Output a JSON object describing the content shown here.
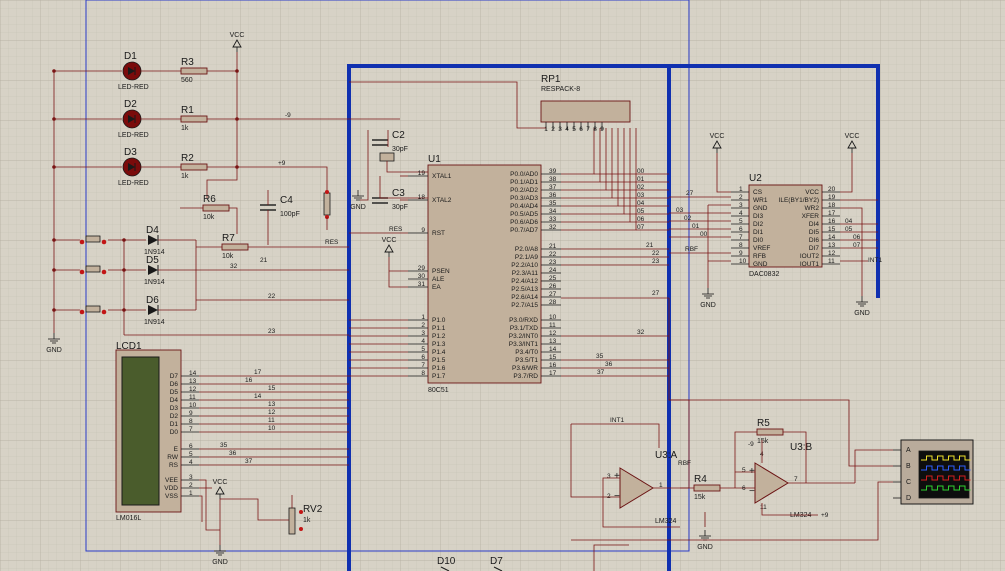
{
  "power": {
    "vcc": "VCC",
    "gnd": "GND",
    "plus9": "+9",
    "minus9": "-9"
  },
  "leds": [
    {
      "ref": "D1",
      "value": "LED-RED"
    },
    {
      "ref": "D2",
      "value": "LED-RED"
    },
    {
      "ref": "D3",
      "value": "LED-RED"
    }
  ],
  "resistors": [
    {
      "ref": "R3",
      "value": "560"
    },
    {
      "ref": "R1",
      "value": "1k"
    },
    {
      "ref": "R2",
      "value": "1k"
    },
    {
      "ref": "R6",
      "value": "10k"
    },
    {
      "ref": "R7",
      "value": "10k"
    },
    {
      "ref": "R4",
      "value": "15k"
    },
    {
      "ref": "R5",
      "value": "15k"
    }
  ],
  "capacitors": [
    {
      "ref": "C4",
      "value": "100pF"
    },
    {
      "ref": "C2",
      "value": "30pF"
    },
    {
      "ref": "C3",
      "value": "30pF"
    }
  ],
  "diodes": [
    {
      "ref": "D4",
      "value": "1N914"
    },
    {
      "ref": "D5",
      "value": "1N914"
    },
    {
      "ref": "D6",
      "value": "1N914"
    },
    {
      "ref": "D10",
      "value": ""
    },
    {
      "ref": "D7",
      "value": ""
    }
  ],
  "respack": {
    "ref": "RP1",
    "value": "RESPACK-8",
    "pins": [
      "1",
      "2",
      "3",
      "4",
      "5",
      "6",
      "7",
      "8",
      "9"
    ]
  },
  "mcu": {
    "ref": "U1",
    "value": "80C51",
    "left_pins": [
      {
        "num": "19",
        "name": "XTAL1"
      },
      {
        "num": "18",
        "name": "XTAL2"
      },
      {
        "num": "9",
        "name": "RST"
      },
      {
        "num": "29",
        "name": "PSEN"
      },
      {
        "num": "30",
        "name": "ALE"
      },
      {
        "num": "31",
        "name": "EA"
      },
      {
        "num": "1",
        "name": "P1.0"
      },
      {
        "num": "2",
        "name": "P1.1"
      },
      {
        "num": "3",
        "name": "P1.2"
      },
      {
        "num": "4",
        "name": "P1.3"
      },
      {
        "num": "5",
        "name": "P1.4"
      },
      {
        "num": "6",
        "name": "P1.5"
      },
      {
        "num": "7",
        "name": "P1.6"
      },
      {
        "num": "8",
        "name": "P1.7"
      }
    ],
    "right_pins": [
      {
        "num": "39",
        "name": "P0.0/AD0"
      },
      {
        "num": "38",
        "name": "P0.1/AD1"
      },
      {
        "num": "37",
        "name": "P0.2/AD2"
      },
      {
        "num": "36",
        "name": "P0.3/AD3"
      },
      {
        "num": "35",
        "name": "P0.4/AD4"
      },
      {
        "num": "34",
        "name": "P0.5/AD5"
      },
      {
        "num": "33",
        "name": "P0.6/AD6"
      },
      {
        "num": "32",
        "name": "P0.7/AD7"
      },
      {
        "num": "21",
        "name": "P2.0/A8"
      },
      {
        "num": "22",
        "name": "P2.1/A9"
      },
      {
        "num": "23",
        "name": "P2.2/A10"
      },
      {
        "num": "24",
        "name": "P2.3/A11"
      },
      {
        "num": "25",
        "name": "P2.4/A12"
      },
      {
        "num": "26",
        "name": "P2.5/A13"
      },
      {
        "num": "27",
        "name": "P2.6/A14"
      },
      {
        "num": "28",
        "name": "P2.7/A15"
      },
      {
        "num": "10",
        "name": "P3.0/RXD"
      },
      {
        "num": "11",
        "name": "P3.1/TXD"
      },
      {
        "num": "12",
        "name": "P3.2/INT0"
      },
      {
        "num": "13",
        "name": "P3.3/INT1"
      },
      {
        "num": "14",
        "name": "P3.4/T0"
      },
      {
        "num": "15",
        "name": "P3.5/T1"
      },
      {
        "num": "16",
        "name": "P3.6/WR"
      },
      {
        "num": "17",
        "name": "P3.7/RD"
      }
    ]
  },
  "dac": {
    "ref": "U2",
    "value": "DAC0832",
    "left_pins": [
      {
        "num": "1",
        "name": "CS"
      },
      {
        "num": "2",
        "name": "WR1"
      },
      {
        "num": "3",
        "name": "GND"
      },
      {
        "num": "4",
        "name": "DI3"
      },
      {
        "num": "5",
        "name": "DI2"
      },
      {
        "num": "6",
        "name": "DI1"
      },
      {
        "num": "7",
        "name": "DI0"
      },
      {
        "num": "8",
        "name": "VREF"
      },
      {
        "num": "9",
        "name": "RFB"
      },
      {
        "num": "10",
        "name": "GND"
      }
    ],
    "right_pins": [
      {
        "num": "20",
        "name": "VCC"
      },
      {
        "num": "19",
        "name": "ILE(BY1/BY2)"
      },
      {
        "num": "18",
        "name": "WR2"
      },
      {
        "num": "17",
        "name": "XFER"
      },
      {
        "num": "16",
        "name": "DI4"
      },
      {
        "num": "15",
        "name": "DI5"
      },
      {
        "num": "14",
        "name": "DI6"
      },
      {
        "num": "13",
        "name": "DI7"
      },
      {
        "num": "12",
        "name": "IOUT2"
      },
      {
        "num": "11",
        "name": "IOUT1"
      }
    ]
  },
  "lcd": {
    "ref": "LCD1",
    "value": "LM016L",
    "pins": [
      {
        "num": "14",
        "name": "D7"
      },
      {
        "num": "13",
        "name": "D6"
      },
      {
        "num": "12",
        "name": "D5"
      },
      {
        "num": "11",
        "name": "D4"
      },
      {
        "num": "10",
        "name": "D3"
      },
      {
        "num": "9",
        "name": "D2"
      },
      {
        "num": "8",
        "name": "D1"
      },
      {
        "num": "7",
        "name": "D0"
      },
      {
        "num": "6",
        "name": "E"
      },
      {
        "num": "5",
        "name": "RW"
      },
      {
        "num": "4",
        "name": "RS"
      },
      {
        "num": "3",
        "name": "VEE"
      },
      {
        "num": "2",
        "name": "VDD"
      },
      {
        "num": "1",
        "name": "VSS"
      }
    ]
  },
  "pot": {
    "ref": "RV2",
    "value": "1k"
  },
  "opamps": [
    {
      "ref": "U3:A",
      "value": "LM324",
      "in_plus": "3",
      "in_minus": "2",
      "out": "1"
    },
    {
      "ref": "U3:B",
      "value": "LM324",
      "in_plus": "5",
      "in_minus": "6",
      "out": "7",
      "vplus": "4",
      "vminus": "11"
    }
  ],
  "scope": {
    "channels": [
      "A",
      "B",
      "C",
      "D"
    ]
  },
  "nets": {
    "res": "RES",
    "int1": "INT1",
    "rbf": "RBF",
    "p0": [
      "00",
      "01",
      "02",
      "03",
      "04",
      "05",
      "06",
      "07"
    ],
    "labels": [
      "9",
      "21",
      "22",
      "23",
      "27",
      "32",
      "35",
      "36",
      "37",
      "14",
      "13",
      "12",
      "11",
      "10",
      "17",
      "16",
      "15"
    ]
  }
}
